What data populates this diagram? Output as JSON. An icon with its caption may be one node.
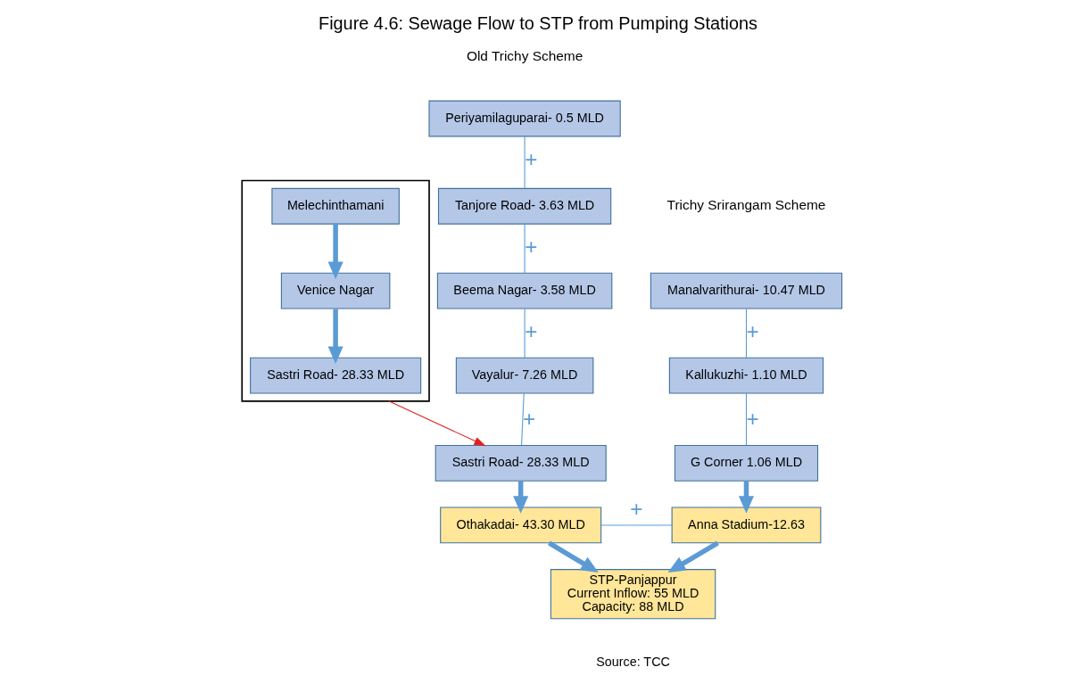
{
  "diagram": {
    "title": "Figure 4.6: Sewage Flow to STP from Pumping Stations",
    "caption": "Source: TCC",
    "nodes": [
      {
        "text": [],
        "shape": "box"
      },
      {
        "text": [
          "Melechinthamani"
        ],
        "in": 0
      },
      {
        "text": [
          "Venice Nagar"
        ],
        "in": 0
      },
      {
        "text": [
          "Sastri Road- 28.33 MLD"
        ],
        "in": 0
      },
      {
        "text": [
          "Periyamilaguparai- 0.5 MLD"
        ]
      },
      {
        "text": [
          "Tanjore Road- 3.63 MLD"
        ]
      },
      {
        "text": [
          "Beema Nagar- 3.58 MLD"
        ]
      },
      {
        "text": [
          "Vayalur- 7.26 MLD"
        ]
      },
      {
        "text": [
          "Sastri Road- 28.33 MLD"
        ]
      },
      {
        "text": [
          "Othakadai- 43.30 MLD"
        ]
      },
      {
        "text": [
          "Manalvarithurai- 10.47 MLD"
        ]
      },
      {
        "text": [
          "Kallukuzhi- 1.10 MLD"
        ]
      },
      {
        "text": [
          "G Corner 1.06 MLD"
        ]
      },
      {
        "text": [
          "Anna Stadium-12.63"
        ]
      },
      {
        "text": [
          "STP-Panjappur",
          "Current Inflow: 55 MLD",
          "Capacity: 88 MLD"
        ]
      }
    ],
    "edges": [
      {
        "from": 1,
        "to": 2,
        "arrow": "to",
        "style": "thick"
      },
      {
        "from": 2,
        "to": 3,
        "arrow": "to",
        "style": "thick"
      },
      {
        "from": 0,
        "to": 8,
        "arrow": "to",
        "color": "#e02020"
      },
      {
        "from": 4,
        "to": 5,
        "arrow": "none",
        "label": "+"
      },
      {
        "from": 5,
        "to": 6,
        "arrow": "none",
        "label": "+"
      },
      {
        "from": 6,
        "to": 7,
        "arrow": "none",
        "label": "+"
      },
      {
        "from": 7,
        "to": 8,
        "arrow": "none",
        "label": "+"
      },
      {
        "from": 8,
        "to": 9,
        "arrow": "to",
        "style": "thick"
      },
      {
        "from": 10,
        "to": 11,
        "arrow": "none",
        "label": "+"
      },
      {
        "from": 11,
        "to": 12,
        "arrow": "none",
        "label": "+"
      },
      {
        "from": 12,
        "to": 13,
        "arrow": "to",
        "style": "thick"
      },
      {
        "from": 9,
        "to": 13,
        "arrow": "none",
        "label": "+"
      },
      {
        "from": 9,
        "to": 14,
        "arrow": "to",
        "style": "thick"
      },
      {
        "from": 13,
        "to": 14,
        "arrow": "to",
        "style": "thick"
      }
    ],
    "labels": [
      "Old Trichy Scheme",
      "Trichy Srirangam Scheme"
    ]
  }
}
